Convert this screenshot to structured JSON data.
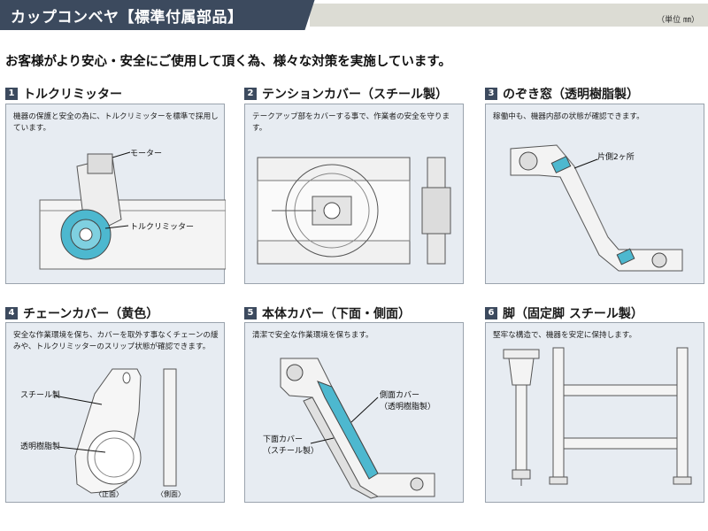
{
  "banner": {
    "title": "カップコンベヤ【標準付属部品】",
    "unit": "（単位 ㎜）"
  },
  "headline": "お客様がより安心・安全にご使用して頂く為、様々な対策を実施しています。",
  "sections": [
    {
      "num": "1",
      "title": "トルクリミッター",
      "text": "機器の保護と安全の為に、トルクリミッターを標準で採用しています。",
      "labels": {
        "motor": "モーター",
        "limiter": "トルクリミッター"
      }
    },
    {
      "num": "2",
      "title": "テンションカバー（スチール製）",
      "text": "テークアップ部をカバーする事で、作業者の安全を守ります。"
    },
    {
      "num": "3",
      "title": "のぞき窓（透明樹脂製）",
      "text": "稼働中も、機器内部の状態が確認できます。",
      "labels": {
        "window": "片側2ヶ所"
      }
    },
    {
      "num": "4",
      "title": "チェーンカバー（黄色）",
      "text": "安全な作業環境を保ち、カバーを取外す事なくチェーンの緩みや、トルクリミッターのスリップ状態が確認できます。",
      "labels": {
        "steel": "スチール製",
        "resin": "透明樹脂製",
        "front": "〈正面〉",
        "side": "〈側面〉"
      }
    },
    {
      "num": "5",
      "title": "本体カバー（下面・側面）",
      "text": "清潔で安全な作業環境を保ちます。",
      "labels": {
        "side_cover_1": "側面カバー",
        "side_cover_2": "（透明樹脂製）",
        "bottom_cover_1": "下面カバー",
        "bottom_cover_2": "（スチール製）"
      }
    },
    {
      "num": "6",
      "title": "脚（固定脚 スチール製）",
      "text": "堅牢な構造で、機器を安定に保持します。"
    }
  ]
}
